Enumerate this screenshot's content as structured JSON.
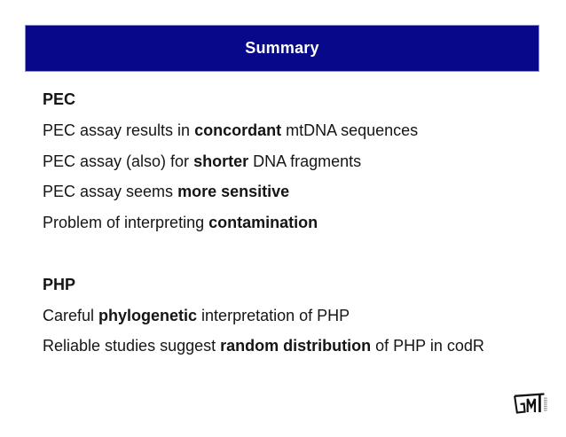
{
  "slide": {
    "title_bar": {
      "label": "Summary",
      "bar_color": "#08088a",
      "text_color": "#ffffff"
    },
    "background_color": "#ffffff",
    "body_text_color": "#151515"
  },
  "body": {
    "lines": [
      {
        "segments": [
          {
            "text": "PEC",
            "bold": true
          }
        ]
      },
      {
        "segments": [
          {
            "text": "PEC assay results in ",
            "bold": false
          },
          {
            "text": "concordant",
            "bold": true
          },
          {
            "text": " mtDNA sequences",
            "bold": false
          }
        ]
      },
      {
        "segments": [
          {
            "text": "PEC assay (also) for ",
            "bold": false
          },
          {
            "text": "shorter",
            "bold": true
          },
          {
            "text": " DNA fragments",
            "bold": false
          }
        ]
      },
      {
        "segments": [
          {
            "text": "PEC assay seems ",
            "bold": false
          },
          {
            "text": "more sensitive",
            "bold": true
          }
        ]
      },
      {
        "segments": [
          {
            "text": "Problem of interpreting ",
            "bold": false
          },
          {
            "text": "contamination",
            "bold": true
          }
        ]
      },
      {
        "spacer": true
      },
      {
        "segments": [
          {
            "text": "PHP",
            "bold": true
          }
        ]
      },
      {
        "segments": [
          {
            "text": "Careful ",
            "bold": false
          },
          {
            "text": "phylogenetic",
            "bold": true
          },
          {
            "text": " interpretation of PHP",
            "bold": false
          }
        ]
      },
      {
        "segments": [
          {
            "text": "Reliable studies suggest ",
            "bold": false
          },
          {
            "text": "random distribution",
            "bold": true
          },
          {
            "text": " of PHP in codR",
            "bold": false
          }
        ]
      }
    ]
  },
  "logo": {
    "letters": "GMI",
    "color": "#111111"
  }
}
